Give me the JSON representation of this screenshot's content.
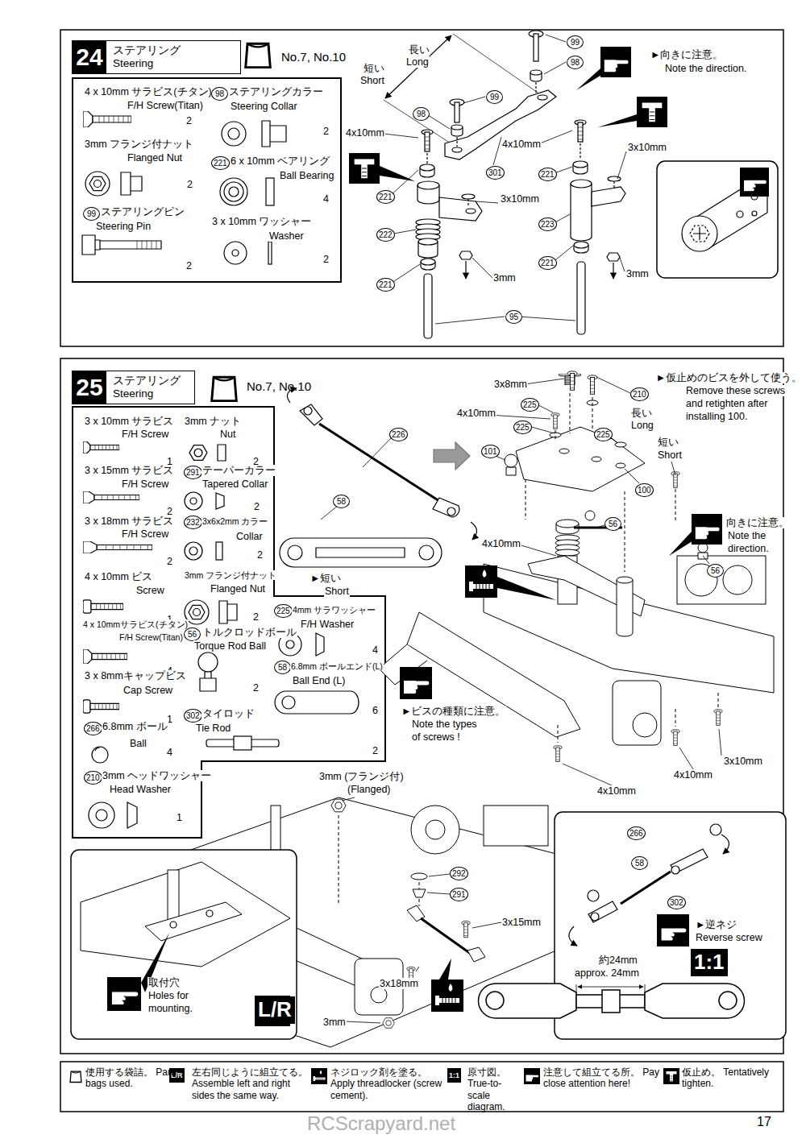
{
  "diagram": {
    "nodes": [
      {
        "text": [
          "24",
          "ステアリング Steering"
        ]
      },
      {
        "text": [
          "25",
          "ステアリング Steering"
        ]
      }
    ],
    "labels": [
      "No.7, No.10",
      "4 x 10mm サラビス(チタン)",
      "F/H Screw(Titan)",
      "2",
      "3mm フランジ付ナット",
      "Flanged Nut",
      "2",
      "99",
      "ステアリングピン",
      "Steering Pin",
      "2",
      "98",
      "ステアリングカラー",
      "Steering Collar",
      "2",
      "221",
      "6 x 10mm ベアリング",
      "Ball Bearing",
      "4",
      "3 x 10mm ワッシャー",
      "Washer",
      "2",
      "長い",
      "Long",
      "短い",
      "Short",
      "99",
      "98",
      "99",
      "98",
      "301",
      "4x10mm",
      "221",
      "222",
      "221",
      "3x10mm",
      "3mm",
      "95",
      "4x10mm",
      "3x10mm",
      "221",
      "223",
      "221",
      "3mm",
      "►向きに注意。",
      "Note the direction.",
      "No.7, No.10",
      "3 x 10mm サラビス",
      "F/H Screw",
      "1",
      "3 x 15mm サラビス",
      "F/H Screw",
      "2",
      "3 x 18mm サラビス",
      "F/H Screw",
      "2",
      "4 x 10mm ビス",
      "Screw",
      "1",
      "4 x 10mmサラビス(チタン)",
      "F/H Screw(Titan)",
      "4",
      "3 x 8mmキャップビス",
      "Cap Screw",
      "1",
      "266",
      "6.8mm ボール",
      "Ball",
      "4",
      "210",
      "3mm ヘッドワッシャー",
      "Head Washer",
      "1",
      "3mm ナット",
      "Nut",
      "2",
      "291",
      "テーパーカラー",
      "Tapered Collar",
      "2",
      "232",
      "3x6x2mm カラー",
      "Collar",
      "2",
      "3mm フランジ付ナット",
      "Flanged Nut",
      "2",
      "56",
      "トルクロッドボール",
      "Torque Rod Ball",
      "2",
      "302",
      "タイロッド",
      "Tie Rod",
      "2",
      "225",
      "4mm サラワッシャー",
      "F/H Washer",
      "4",
      "58",
      "6.8mm ボールエンド(L)",
      "Ball End (L)",
      "6",
      "226",
      "58",
      "►短い",
      "Short",
      "►ビスの種類に注意。",
      "Note the types",
      "of screws !",
      "3x8mm",
      "225",
      "210",
      "4x10mm",
      "225",
      "225",
      "101",
      "長い",
      "Long",
      "短い",
      "Short",
      "100",
      "56",
      "4x10mm",
      "56",
      "►仮止めのビスを外して使う。",
      "Remove these screws",
      "and retighten after",
      "installing 100.",
      "向きに注意。",
      "Note the",
      "direction.",
      "3x10mm",
      "4x10mm",
      "4x10mm",
      "3mm (フランジ付)",
      "(Flanged)",
      "292",
      "291",
      "3x15mm",
      "3x18mm",
      "3mm",
      "取付穴",
      "Holes for",
      "mounting.",
      "266",
      "58",
      "302",
      "►逆ネジ",
      "Reverse screw",
      "約24mm",
      "approx. 24mm",
      "1:1",
      "L/R",
      "17",
      "RCScrapyard.net",
      "L/R",
      "1:1"
    ],
    "legend": [
      {
        "text": "使用する袋詰。 Part bags used."
      },
      {
        "text": "左右同じように組立てる。 Assemble left and right sides the same way."
      },
      {
        "text": "ネジロック剤を塗る。 Apply threadlocker (screw cement)."
      },
      {
        "text": "原寸図。 True-to-scale diagram."
      },
      {
        "text": "注意して組立てる所。 Pay close attention here!"
      },
      {
        "text": "仮止め。 Tentatively tighten."
      }
    ]
  }
}
